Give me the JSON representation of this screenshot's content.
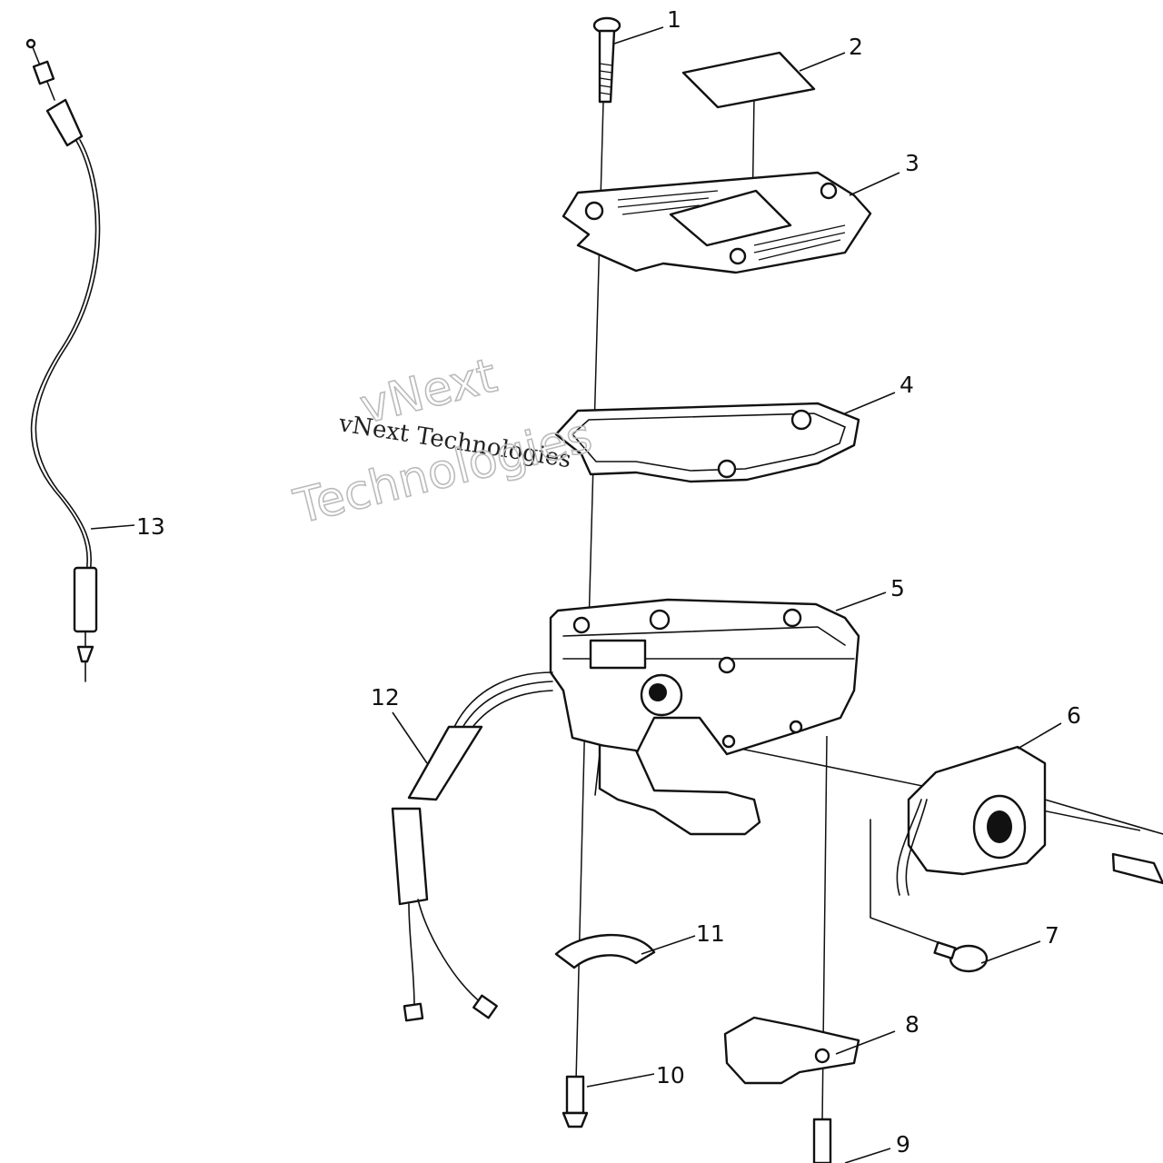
{
  "callouts": [
    {
      "id": "1",
      "label": "1"
    },
    {
      "id": "2",
      "label": "2"
    },
    {
      "id": "3",
      "label": "3"
    },
    {
      "id": "4",
      "label": "4"
    },
    {
      "id": "5",
      "label": "5"
    },
    {
      "id": "6",
      "label": "6"
    },
    {
      "id": "7",
      "label": "7"
    },
    {
      "id": "8",
      "label": "8"
    },
    {
      "id": "9",
      "label": "9"
    },
    {
      "id": "10",
      "label": "10"
    },
    {
      "id": "11",
      "label": "11"
    },
    {
      "id": "12",
      "label": "12"
    },
    {
      "id": "13",
      "label": "13"
    }
  ],
  "watermark": {
    "line_small": "vNext Technologies",
    "line_big_1": "vNext",
    "line_big_2": "Technologies"
  }
}
